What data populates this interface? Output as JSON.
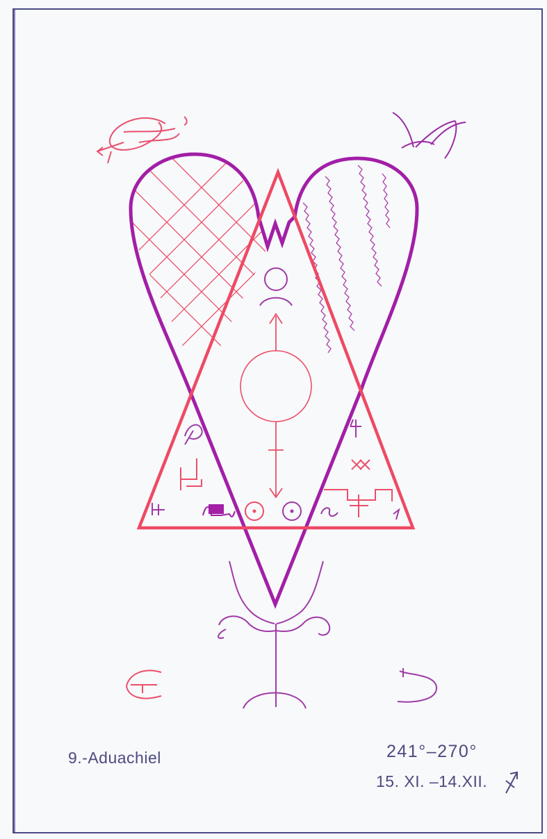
{
  "caption": {
    "name": "9.-Aduachiel",
    "degrees": "241°–270°",
    "dates": "15. XI. –14.XII."
  },
  "symbols": {
    "zodiac_sign": "sagittarius-icon"
  },
  "colors": {
    "frame": "#4b4a86",
    "text": "#4d4b7e",
    "triangle": "#ee4a64",
    "heart": "#a21fa6",
    "background": "#f7f9fb"
  }
}
